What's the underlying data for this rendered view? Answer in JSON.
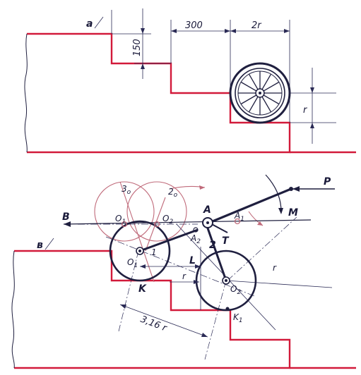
{
  "figure_a": {
    "label": "а",
    "dim_step_width": "300",
    "dim_step_height": "150",
    "dim_wheel_width": "2r",
    "dim_wheel_radius": "r"
  },
  "figure_b": {
    "label": "в",
    "labels": {
      "force_P": "P",
      "moment_M": "M",
      "force_B": "B",
      "point_A": "A",
      "point_A1": "A",
      "sub_A1": "1",
      "point_A2": "A",
      "sub_A2": "2",
      "point_T": "T",
      "center_O1": "O",
      "sub_O1": "1",
      "center_O2": "O",
      "sub_O2": "2",
      "point_O1p": "O",
      "sub_O1p": "1",
      "point_O2p": "O",
      "sub_O2p": "2",
      "circle_3o": "3",
      "sub_3o": "о",
      "circle_2o": "2",
      "sub_2o": "о",
      "point_K": "K",
      "point_K1": "K",
      "sub_K1": "1",
      "dim_L": "L",
      "dim_r1": "r",
      "dim_r2": "r",
      "dim_316": "3,16 r",
      "link_2": "2",
      "link_1": "1"
    }
  }
}
